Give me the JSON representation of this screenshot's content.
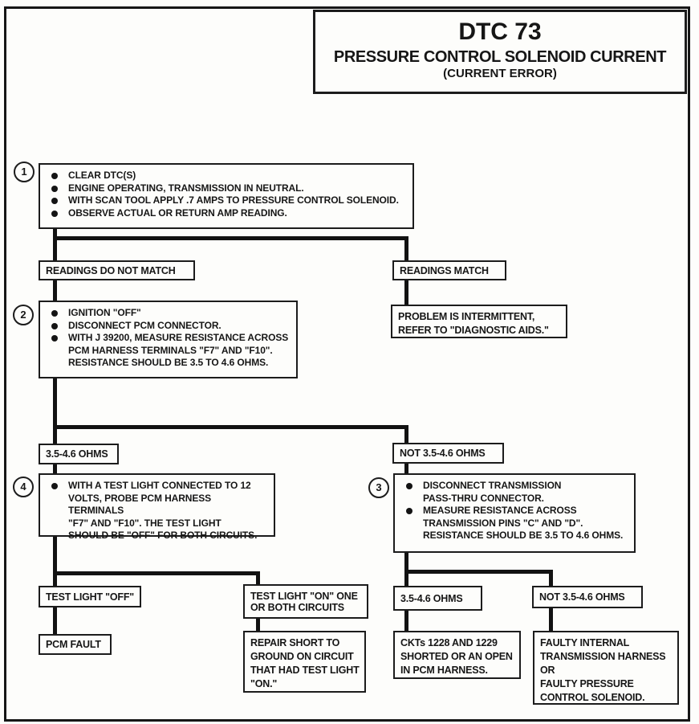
{
  "header": {
    "title": "DTC 73",
    "subtitle": "PRESSURE CONTROL SOLENOID CURRENT",
    "subtitle2": "(CURRENT ERROR)"
  },
  "steps": {
    "step1": {
      "number": "1",
      "bullets": [
        [
          "CLEAR DTC(S)"
        ],
        [
          "ENGINE OPERATING, TRANSMISSION IN NEUTRAL."
        ],
        [
          "WITH SCAN TOOL APPLY .7 AMPS TO PRESSURE CONTROL SOLENOID."
        ],
        [
          "OBSERVE ACTUAL OR RETURN AMP READING."
        ]
      ]
    },
    "step2": {
      "number": "2",
      "bullets": [
        [
          "IGNITION \"OFF\""
        ],
        [
          "DISCONNECT PCM CONNECTOR."
        ],
        [
          "WITH J 39200, MEASURE RESISTANCE ACROSS",
          "PCM HARNESS TERMINALS \"F7\" AND \"F10\".",
          "RESISTANCE SHOULD BE 3.5 TO 4.6 OHMS."
        ]
      ]
    },
    "step3": {
      "number": "3",
      "bullets": [
        [
          "DISCONNECT TRANSMISSION",
          "PASS-THRU CONNECTOR."
        ],
        [
          "MEASURE RESISTANCE ACROSS",
          "TRANSMISSION PINS \"C\" AND \"D\".",
          "RESISTANCE SHOULD BE 3.5 TO 4.6 OHMS."
        ]
      ]
    },
    "step4": {
      "number": "4",
      "bullets": [
        [
          "WITH A TEST LIGHT CONNECTED TO 12",
          "VOLTS, PROBE PCM HARNESS TERMINALS",
          "\"F7\" AND \"F10\".  THE TEST LIGHT",
          "SHOULD BE \"OFF\" FOR BOTH CIRCUITS."
        ]
      ]
    }
  },
  "labels": {
    "readings_do_not_match": "READINGS DO NOT MATCH",
    "readings_match": "READINGS MATCH",
    "ohms_ok_1": "3.5-4.6 OHMS",
    "ohms_not_1": "NOT 3.5-4.6 OHMS",
    "test_light_off": "TEST LIGHT \"OFF\"",
    "test_light_on": [
      "TEST LIGHT \"ON\" ONE",
      "OR BOTH CIRCUITS"
    ],
    "ohms_ok_2": "3.5-4.6 OHMS",
    "ohms_not_2": "NOT 3.5-4.6 OHMS"
  },
  "results": {
    "intermittent": [
      "PROBLEM IS INTERMITTENT,",
      "REFER TO \"DIAGNOSTIC AIDS.\""
    ],
    "pcm_fault": "PCM FAULT",
    "repair_short": [
      "REPAIR SHORT TO",
      "GROUND ON CIRCUIT",
      "THAT HAD TEST LIGHT",
      "\"ON.\""
    ],
    "ckts": [
      "CKTs 1228 AND 1229",
      "SHORTED OR AN OPEN",
      "IN PCM HARNESS."
    ],
    "faulty": [
      "FAULTY INTERNAL",
      "TRANSMISSION HARNESS",
      "OR",
      "FAULTY PRESSURE",
      "CONTROL SOLENOID."
    ]
  },
  "colors": {
    "ink": "#161616",
    "paper": "#fdfdfb"
  }
}
